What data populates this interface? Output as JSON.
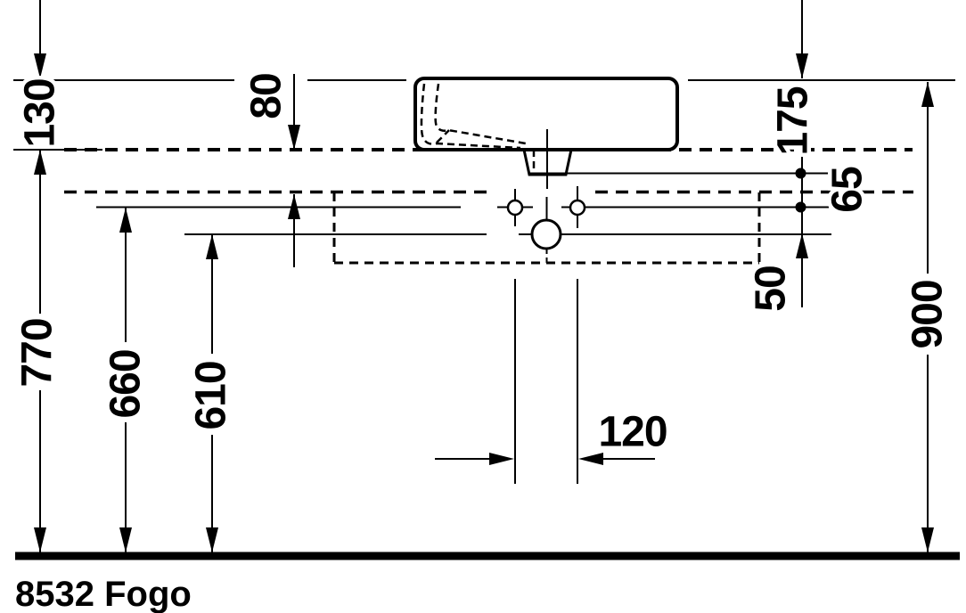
{
  "product": {
    "code_label": "8532 Fogo"
  },
  "units": "mm",
  "dims": {
    "basin_height": "130",
    "console_gap": "80",
    "rim_to_outlet": "175",
    "outlet_to_holes": "65",
    "holes_to_board": "50",
    "floor_to_basin_bottom": "770",
    "floor_to_holes": "660",
    "floor_to_outlet": "610",
    "floor_to_rim": "900",
    "hole_spacing": "120"
  }
}
